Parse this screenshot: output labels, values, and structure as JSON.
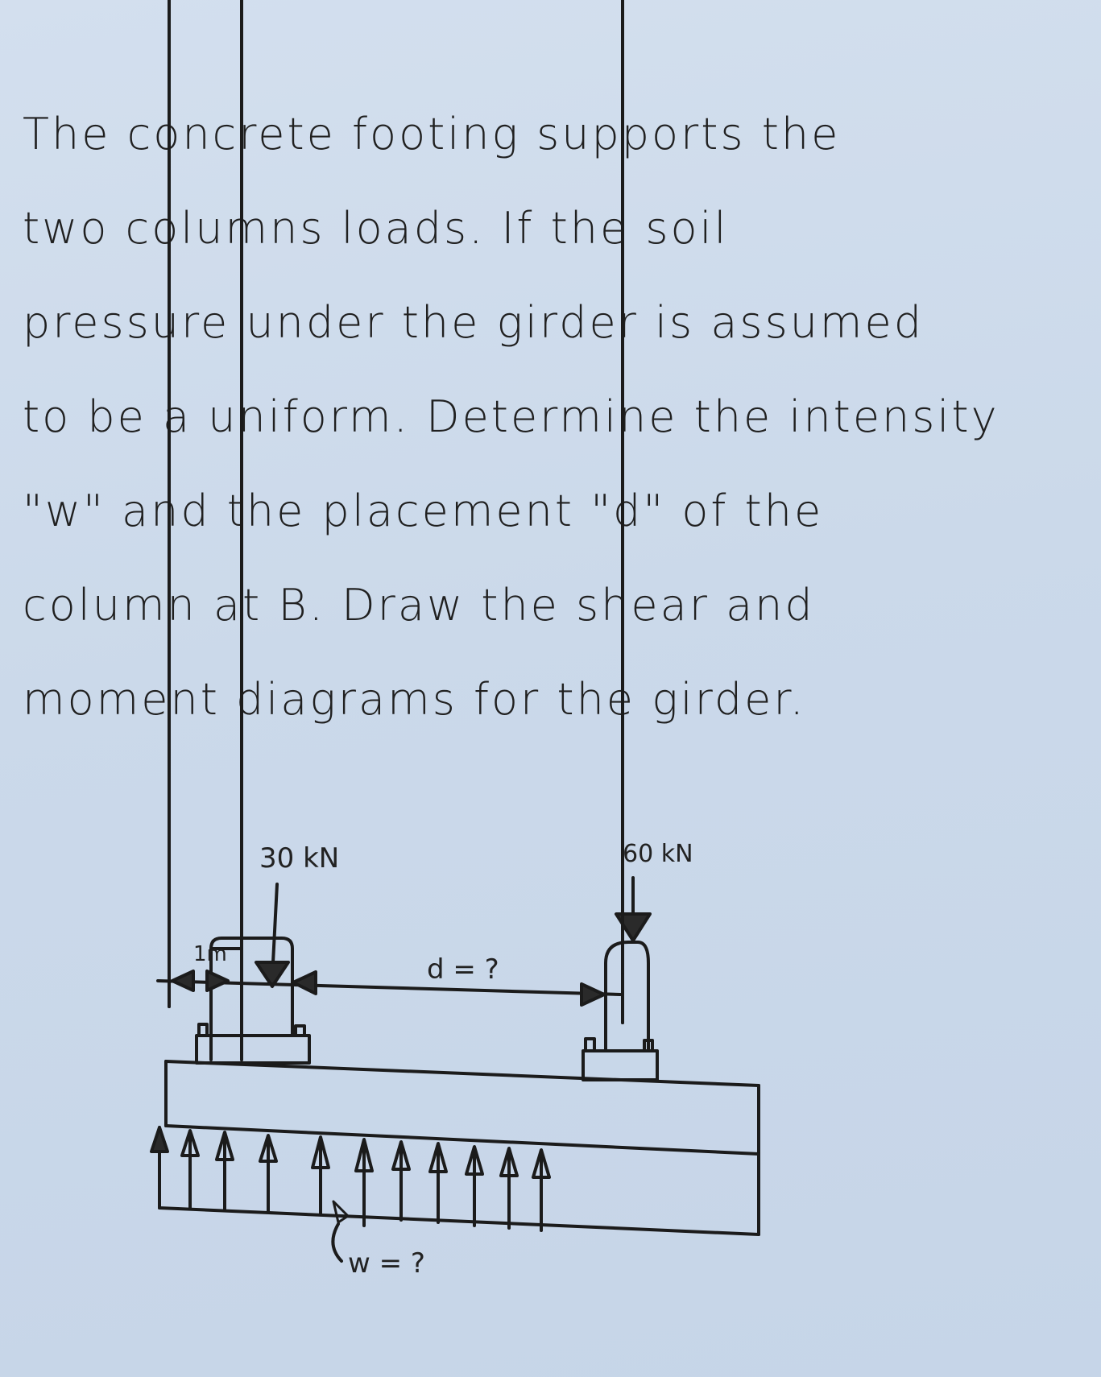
{
  "problem": {
    "lines": [
      "The concrete footing supports the",
      "two columns loads. If the soil",
      "pressure under the girder is assumed",
      "to be a uniform. Determine the intensity",
      "\"w\" and the placement \"d\" of the",
      "column at B. Draw the shear and",
      "moment diagrams for the girder."
    ]
  },
  "diagram": {
    "load_a": "30 kN",
    "load_b": "60 kN",
    "dim_left": "1m",
    "dim_d": "d = ?",
    "pressure_label": "w = ?",
    "pressure_arrow_count": 11,
    "ink_color": "#1b1b1b",
    "paper_color": "#cfdbec"
  }
}
